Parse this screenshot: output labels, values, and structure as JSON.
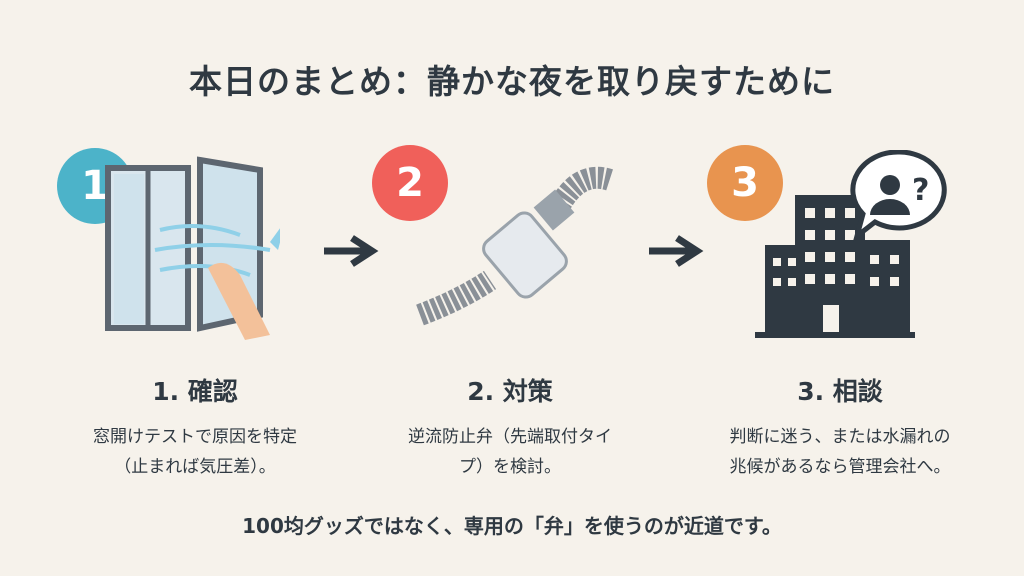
{
  "title": "本日のまとめ：静かな夜を取り戻すために",
  "colors": {
    "step1": "#4cb3c9",
    "step2": "#f0605a",
    "step3": "#e8944f",
    "text": "#2f3942",
    "background": "#f6f2eb"
  },
  "steps": [
    {
      "number": "1",
      "heading": "1. 確認",
      "lines": [
        "窓開けテストで原因を特定",
        "（止まれば気圧差）。"
      ],
      "icon": "open-window-icon"
    },
    {
      "number": "2",
      "heading": "2. 対策",
      "lines": [
        "逆流防止弁（先端取付タイ",
        "プ）を検討。"
      ],
      "icon": "check-valve-hose-icon"
    },
    {
      "number": "3",
      "heading": "3. 相談",
      "lines": [
        "判断に迷う、または水漏れの",
        "兆候があるなら管理会社へ。"
      ],
      "icon": "building-inquiry-icon"
    }
  ],
  "bubble_mark": "?",
  "bottom_note": "100均グッズではなく、専用の「弁」を使うのが近道です。"
}
